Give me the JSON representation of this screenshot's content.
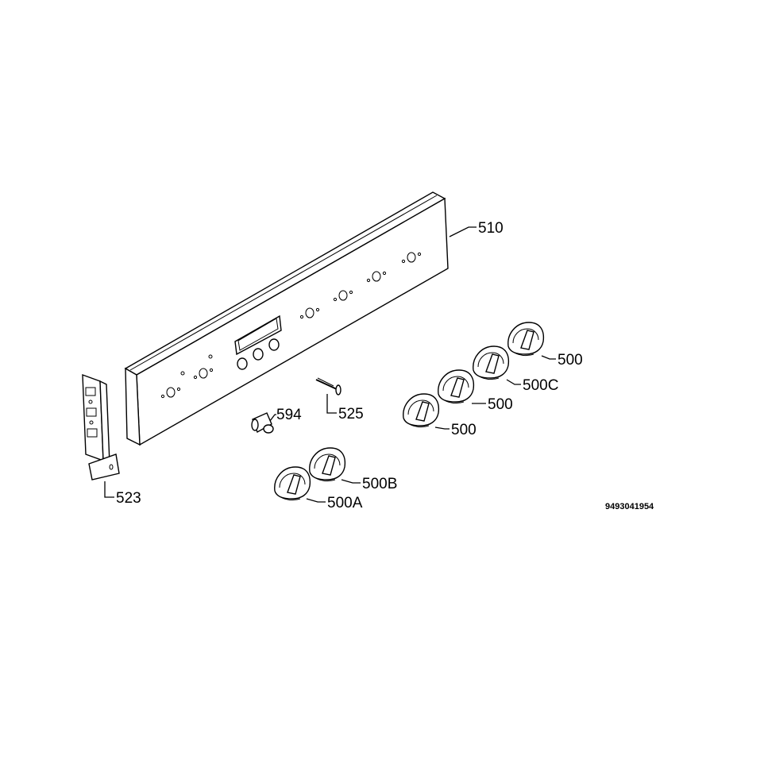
{
  "diagram": {
    "drawing_code": "9493041954",
    "callouts": [
      {
        "id": "panel",
        "label": "510"
      },
      {
        "id": "knob-1",
        "label": "500"
      },
      {
        "id": "knob-2",
        "label": "500C"
      },
      {
        "id": "knob-3",
        "label": "500"
      },
      {
        "id": "knob-4",
        "label": "500"
      },
      {
        "id": "knob-5",
        "label": "500B"
      },
      {
        "id": "knob-6",
        "label": "500A"
      },
      {
        "id": "screw",
        "label": "525"
      },
      {
        "id": "lamp",
        "label": "594"
      },
      {
        "id": "bracket",
        "label": "523"
      }
    ]
  }
}
